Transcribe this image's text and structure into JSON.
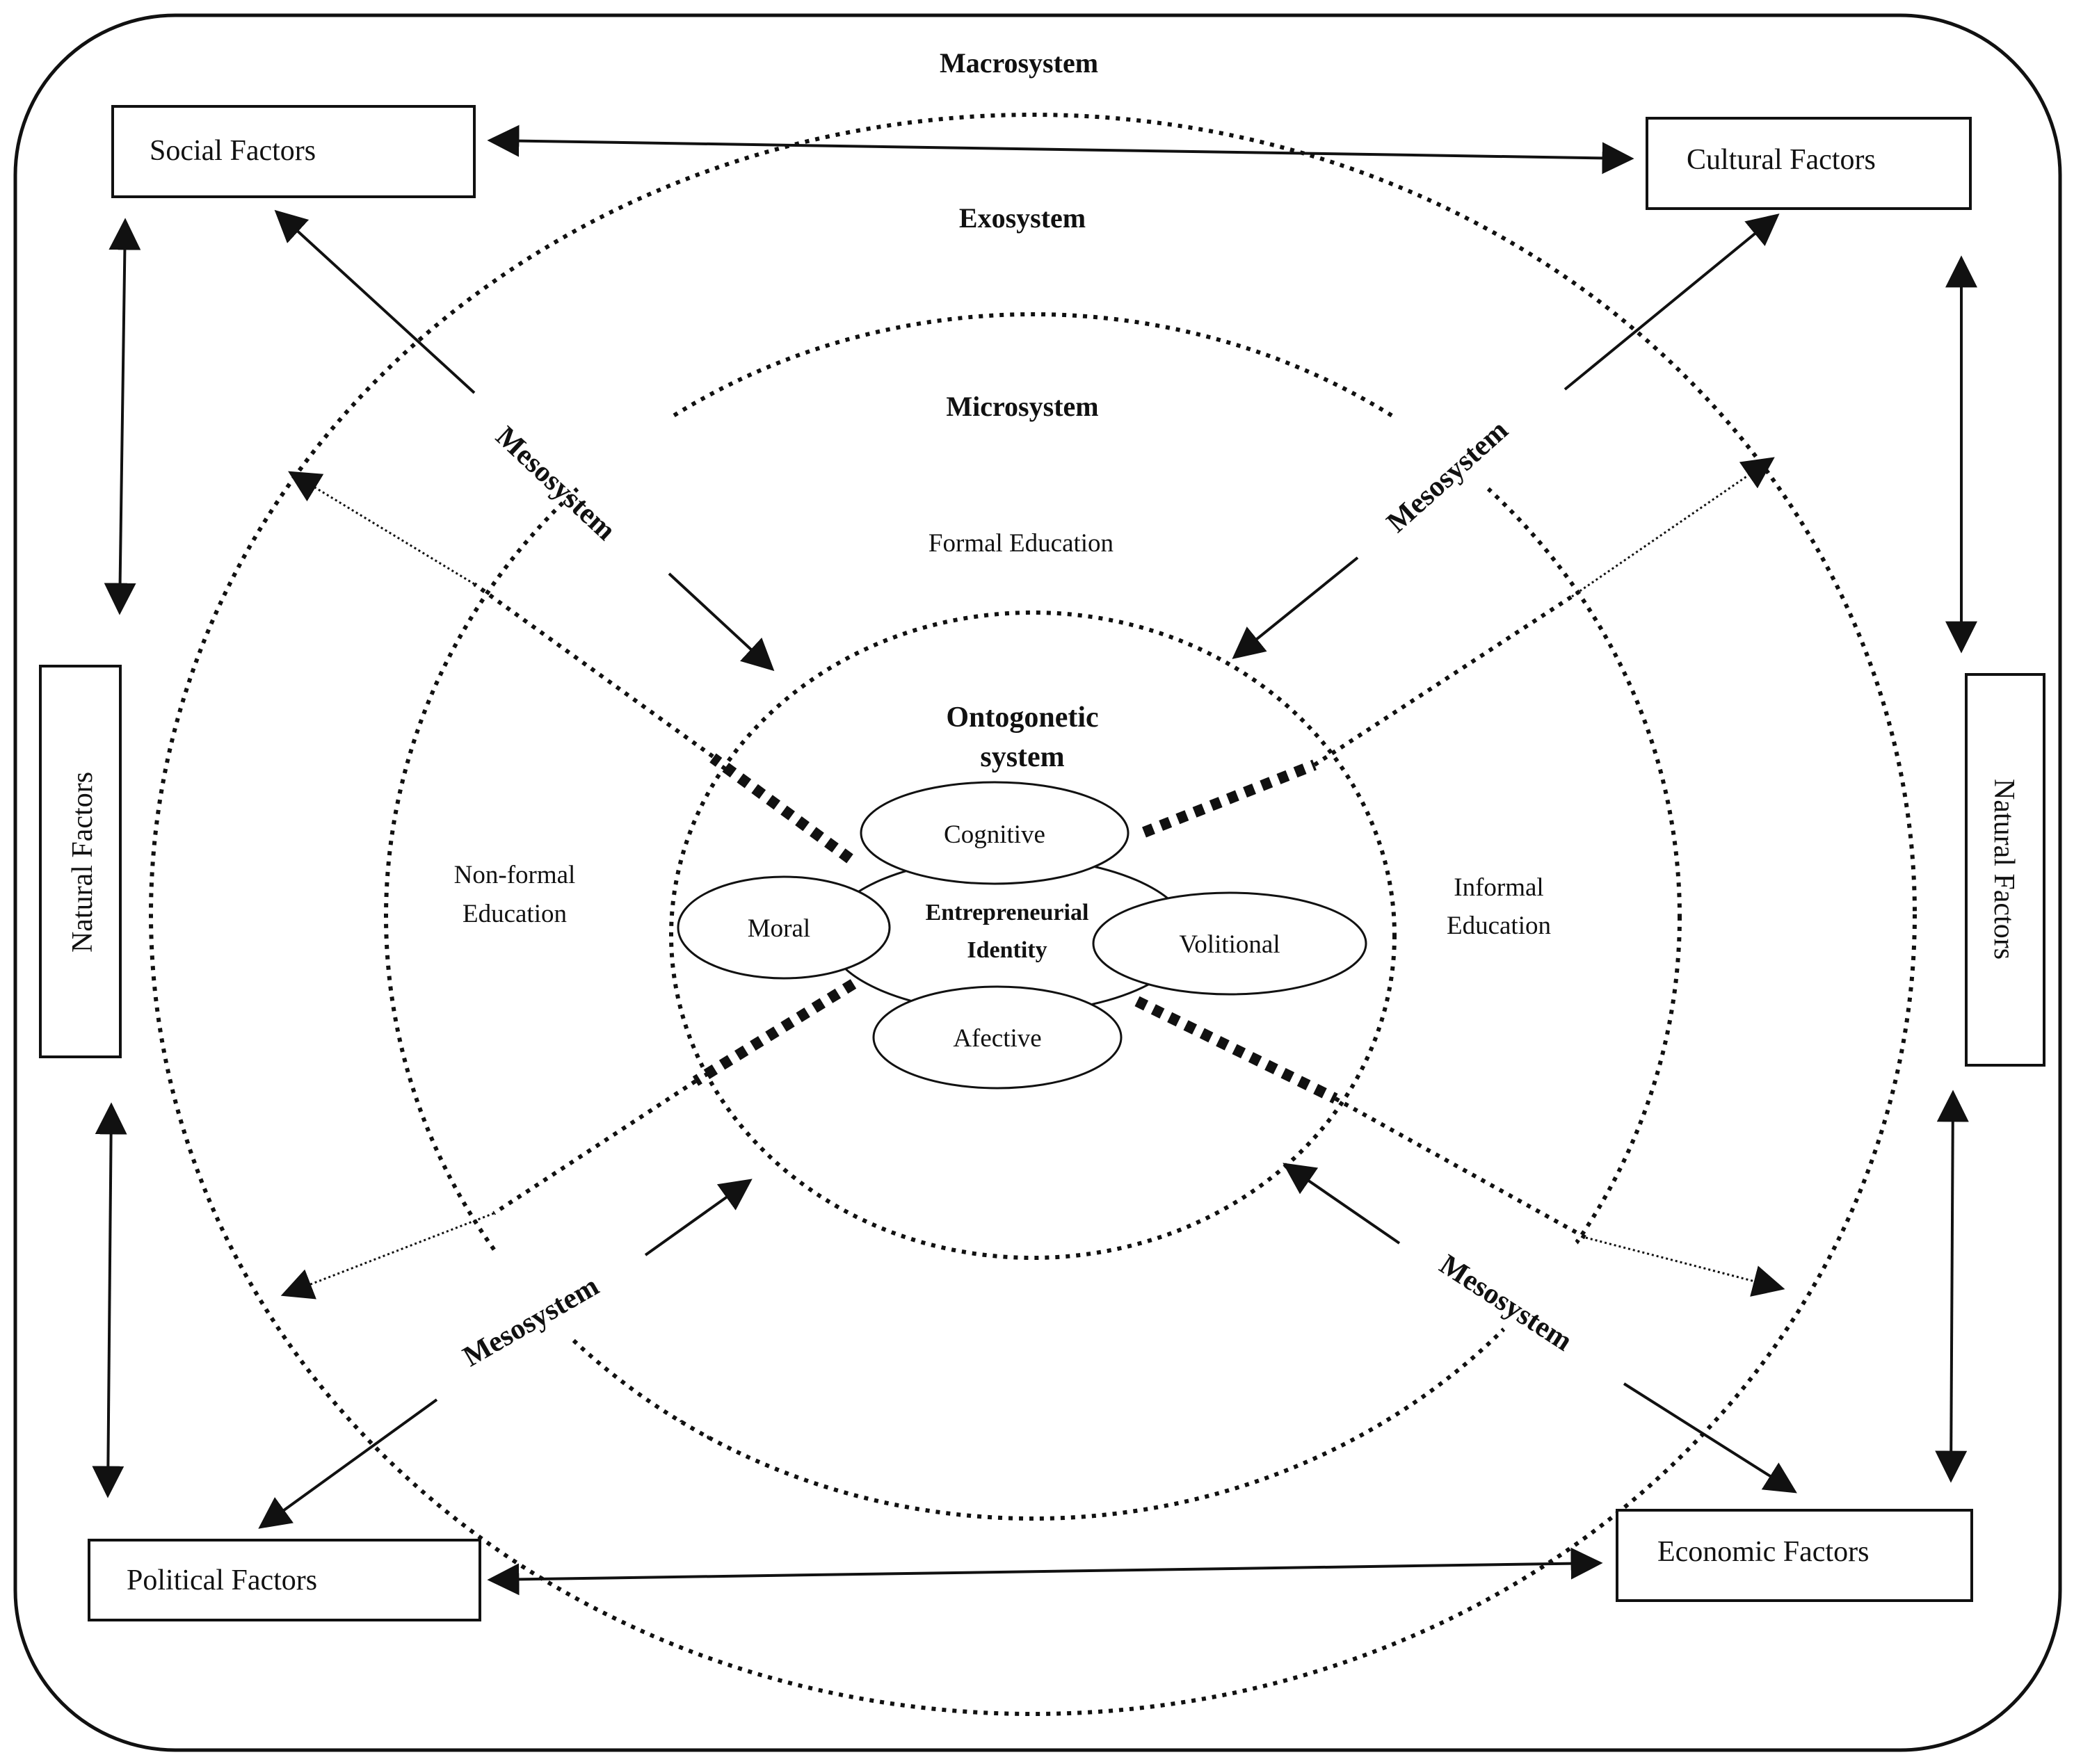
{
  "labels": {
    "macrosystem": "Macrosystem",
    "exosystem": "Exosystem",
    "microsystem": "Microsystem",
    "ontogenetic_line1": "Ontogonetic",
    "ontogenetic_line2": "system",
    "formal_education": "Formal Education",
    "nonformal_line1": "Non-formal",
    "nonformal_line2": "Education",
    "informal_line1": "Informal",
    "informal_line2": "Education",
    "identity_line1": "Entrepreneurial",
    "identity_line2": "Identity",
    "mesosystem": "Mesosystem"
  },
  "factors": {
    "social": "Social Factors",
    "cultural": "Cultural Factors",
    "natural_left": "Natural  Factors",
    "natural_right": "Natural  Factors",
    "political": "Political Factors",
    "economic": "Economic Factors"
  },
  "identity_components": {
    "cognitive": "Cognitive",
    "moral": "Moral",
    "volitional": "Volitional",
    "affective": "Afective"
  },
  "colors": {
    "ink": "#111111",
    "background": "#ffffff"
  }
}
